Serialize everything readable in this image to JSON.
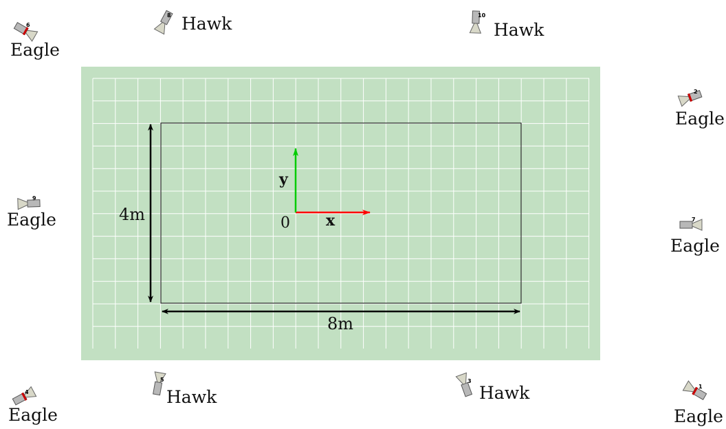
{
  "colors": {
    "floor_fill": "#c2e0c2",
    "grid_line": "#ffffff",
    "boundary": "#000000",
    "x_axis": "#ff0000",
    "y_axis": "#00cc00",
    "camera_body": "#b8b8b8",
    "camera_mark": "#cc0000"
  },
  "dimensions": {
    "height_label": "4m",
    "width_label": "8m"
  },
  "axes": {
    "x_label": "x",
    "y_label": "y",
    "origin_label": "0"
  },
  "cameras": [
    {
      "number": "1",
      "model": "Eagle"
    },
    {
      "number": "2",
      "model": "Eagle"
    },
    {
      "number": "3",
      "model": "Hawk"
    },
    {
      "number": "4",
      "model": "Eagle"
    },
    {
      "number": "5",
      "model": "Hawk"
    },
    {
      "number": "6",
      "model": "Eagle"
    },
    {
      "number": "7",
      "model": "Eagle"
    },
    {
      "number": "8",
      "model": "Hawk"
    },
    {
      "number": "9",
      "model": "Eagle"
    },
    {
      "number": "10",
      "model": "Hawk"
    }
  ]
}
